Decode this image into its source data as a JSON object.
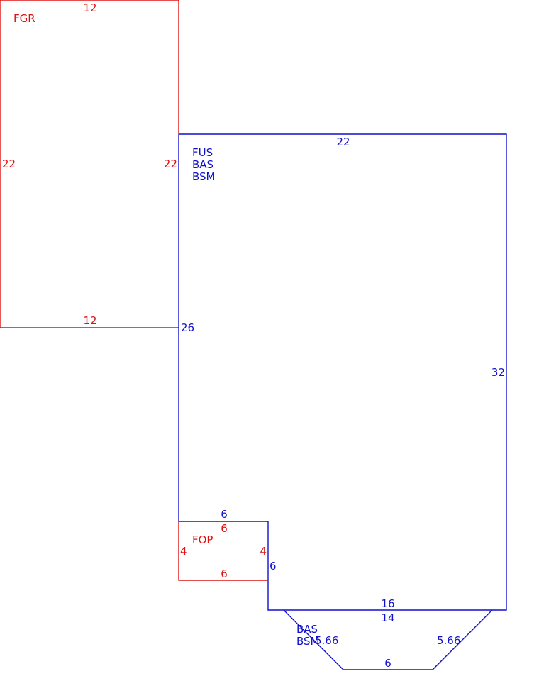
{
  "colors": {
    "red": "#dd1111",
    "blue": "#1111cc"
  },
  "garage": {
    "code": "FGR",
    "top": "12",
    "left": "22",
    "right": "22",
    "bottom": "12"
  },
  "main": {
    "codes": [
      "FUS",
      "BAS",
      "BSM"
    ],
    "top": "22",
    "left": "26",
    "right": "32",
    "notch_top": "6",
    "notch_side": "6",
    "bottom": "16"
  },
  "porch": {
    "code": "FOP",
    "top": "6",
    "left": "4",
    "right": "4",
    "bottom": "6"
  },
  "bay": {
    "codes": [
      "BAS",
      "BSM"
    ],
    "top": "14",
    "left_diag": "5.66",
    "right_diag": "5.66",
    "bottom": "6"
  }
}
